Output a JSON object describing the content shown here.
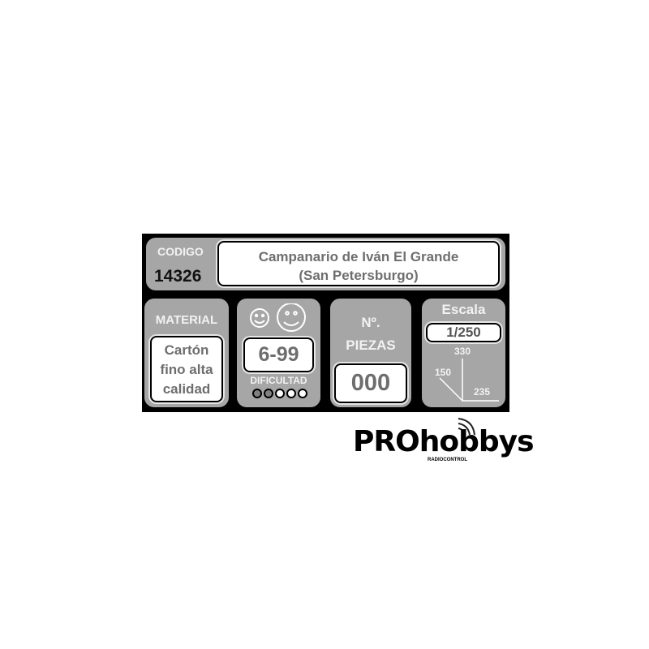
{
  "codigo": {
    "label": "CODIGO",
    "value": "14326"
  },
  "title": {
    "line1": "Campanario de Iván El Grande",
    "line2": "(San Petersburgo)"
  },
  "material": {
    "label": "MATERIAL",
    "line1": "Cartón",
    "line2": "fino alta",
    "line3": "calidad"
  },
  "difficulty": {
    "age": "6-99",
    "label": "DIFICULTAD",
    "level": 2,
    "max": 5,
    "filled_color": "#808080"
  },
  "pieces": {
    "label1": "Nº.",
    "label2": "PIEZAS",
    "value": "000"
  },
  "scale": {
    "label": "Escala",
    "value": "1/250",
    "height": "330",
    "depth": "150",
    "width": "235"
  },
  "logo": {
    "brand": "PROhobbys",
    "sub": "RADIOCONTROL"
  }
}
